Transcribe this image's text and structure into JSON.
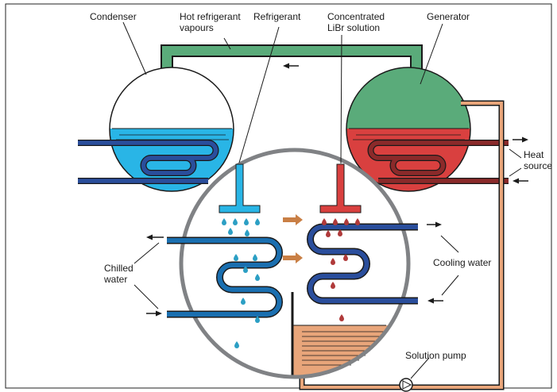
{
  "labels": {
    "condenser": "Condenser",
    "hot_refrigerant_line1": "Hot refrigerant",
    "hot_refrigerant_line2": "vapours",
    "refrigerant": "Refrigerant",
    "concentrated_line1": "Concentrated",
    "concentrated_line2": "LiBr solution",
    "generator": "Generator",
    "heat_source_line1": "Heat",
    "heat_source_line2": "source",
    "chilled_water_line1": "Chilled",
    "chilled_water_line2": "water",
    "cooling_water": "Cooling water",
    "solution_pump": "Solution pump"
  },
  "colors": {
    "outline": "#1a1a1a",
    "vapour_pipe": "#5aab7a",
    "condenser_water": "#29b5e6",
    "chilled_coil": "#1a6fb0",
    "cooling_coil": "#2a4e9c",
    "generator_vapour": "#5aab7a",
    "generator_solution": "#d9403f",
    "heat_source_coil": "#8b2a2a",
    "solution_line": "#e8a57a",
    "solution_pool": "#e8a57a",
    "shell": "#808285",
    "flow_arrow": "#c97f45",
    "refrigerant_drop": "#2c9fc4",
    "solution_drop": "#b03a3a"
  }
}
